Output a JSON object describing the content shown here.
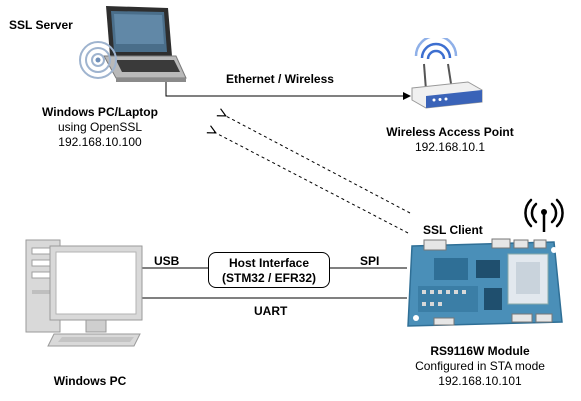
{
  "labels": {
    "ssl_server": "SSL Server",
    "laptop_title": "Windows PC/Laptop",
    "laptop_sub": "using OpenSSL",
    "laptop_ip": "192.168.10.100",
    "link_ethernet": "Ethernet / Wireless",
    "ap_title": "Wireless Access Point",
    "ap_ip": "192.168.10.1",
    "ssl_client": "SSL Client",
    "usb": "USB",
    "spi": "SPI",
    "uart": "UART",
    "host_line1": "Host Interface",
    "host_line2": "(STM32 / EFR32)",
    "module_title": "RS9116W Module",
    "module_sub": "Configured in STA mode",
    "module_ip": "192.168.10.101",
    "pc_title": "Windows PC"
  },
  "colors": {
    "line": "#000000",
    "board": "#4a8fb8",
    "board_dark": "#2f6f96",
    "ap_blue": "#3a63b8",
    "pc_gray": "#d9d9d9",
    "screen_gray": "#e8e8e8"
  },
  "icons": [
    "laptop-icon",
    "wifi-router-icon",
    "desktop-pc-icon",
    "rs9116-board-icon",
    "antenna-icon"
  ]
}
